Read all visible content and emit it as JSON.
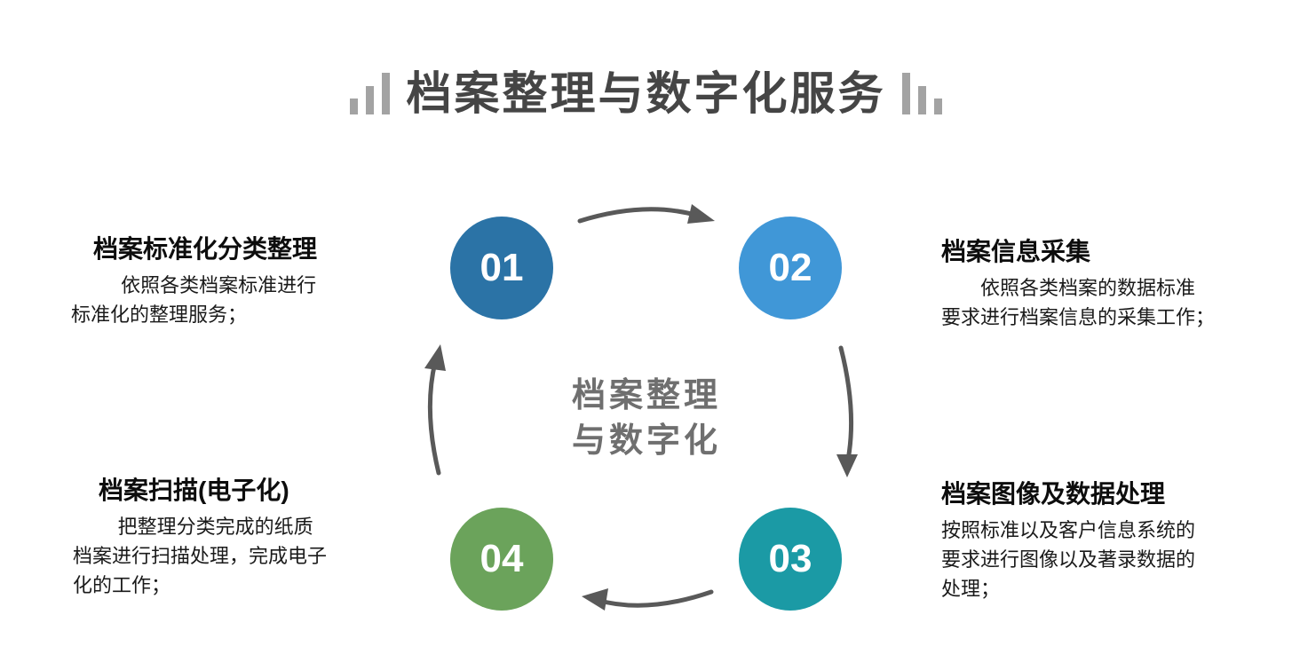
{
  "colors": {
    "title": "#454545",
    "deco-bar": "#a3a3a3",
    "arrow": "#595959",
    "center-text": "#6f6f6f",
    "heading-text": "#0d0d0d",
    "body-text": "#1a1a1a",
    "step1": "#2b73a6",
    "step2": "#4097d7",
    "step3": "#1b9aa5",
    "step4": "#6ba35b"
  },
  "header": {
    "title": "档案整理与数字化服务"
  },
  "diagram": {
    "center_label_lines": [
      "档案整理",
      "与数字化"
    ],
    "steps": [
      {
        "number": "01",
        "heading": "档案标准化分类整理",
        "body_lines": [
          "依照各类档案标准进行",
          "标准化的整理服务；"
        ]
      },
      {
        "number": "02",
        "heading": "档案信息采集",
        "body_lines": [
          "依照各类档案的数据标准",
          "要求进行档案信息的采集工作；"
        ]
      },
      {
        "number": "03",
        "heading": "档案图像及数据处理",
        "body_lines": [
          "按照标准以及客户信息系统的",
          "要求进行图像以及著录数据的",
          "处理；"
        ]
      },
      {
        "number": "04",
        "heading": "档案扫描(电子化)",
        "body_lines": [
          "把整理分类完成的纸质",
          "档案进行扫描处理，完成电子",
          "化的工作；"
        ]
      }
    ]
  }
}
